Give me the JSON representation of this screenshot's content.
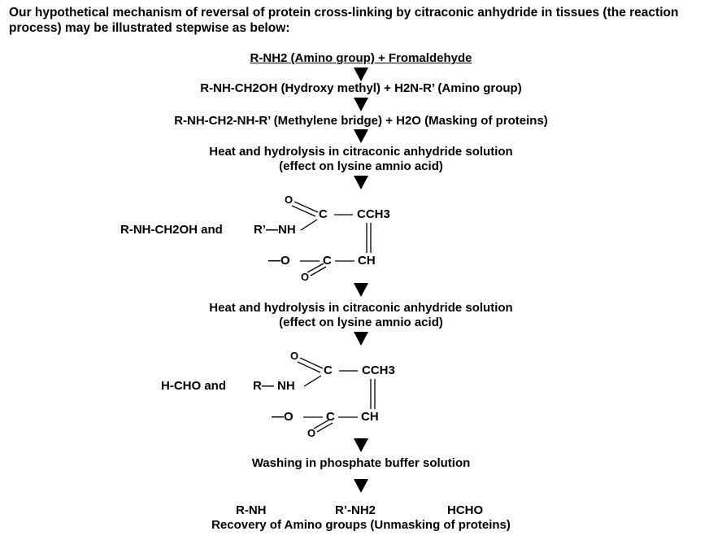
{
  "intro": "Our hypothetical mechanism of reversal of protein cross-linking by citraconic anhydride in tissues (the reaction process) may be illustrated stepwise as below:",
  "steps": {
    "s1": "R-NH2 (Amino group) + Fromaldehyde",
    "s2": "R-NH-CH2OH (Hydroxy methyl) + H2N-R’ (Amino group)",
    "s3": "R-NH-CH2-NH-R’ (Methylene bridge) + H2O (Masking of proteins)",
    "s4a": "Heat and hydrolysis in citraconic anhydride solution",
    "s4b": "(effect on lysine amnio acid)",
    "s6a": "Heat and hydrolysis in citraconic anhydride solution",
    "s6b": "(effect on lysine amnio acid)",
    "s8": "Washing in phosphate buffer solution",
    "final_label": "Recovery of Amino groups (Unmasking of proteins)"
  },
  "structure1": {
    "left_text": "R-NH-CH2OH   and",
    "r_nh": "R’—NH",
    "o_top": "O",
    "c_top": "C",
    "cch3": "CCH3",
    "o_left": "—O",
    "c_bottom": "C",
    "ch": "CH",
    "o_bottom": "O"
  },
  "structure2": {
    "left_text": "H-CHO   and",
    "r_nh": "R— NH",
    "o_top": "O",
    "c_top": "C",
    "cch3": "CCH3",
    "o_left": "—O",
    "c_bottom": "C",
    "ch": "CH",
    "o_bottom": "O"
  },
  "products": {
    "p1": "R-NH",
    "p2": "R’-NH2",
    "p3": "HCHO"
  }
}
